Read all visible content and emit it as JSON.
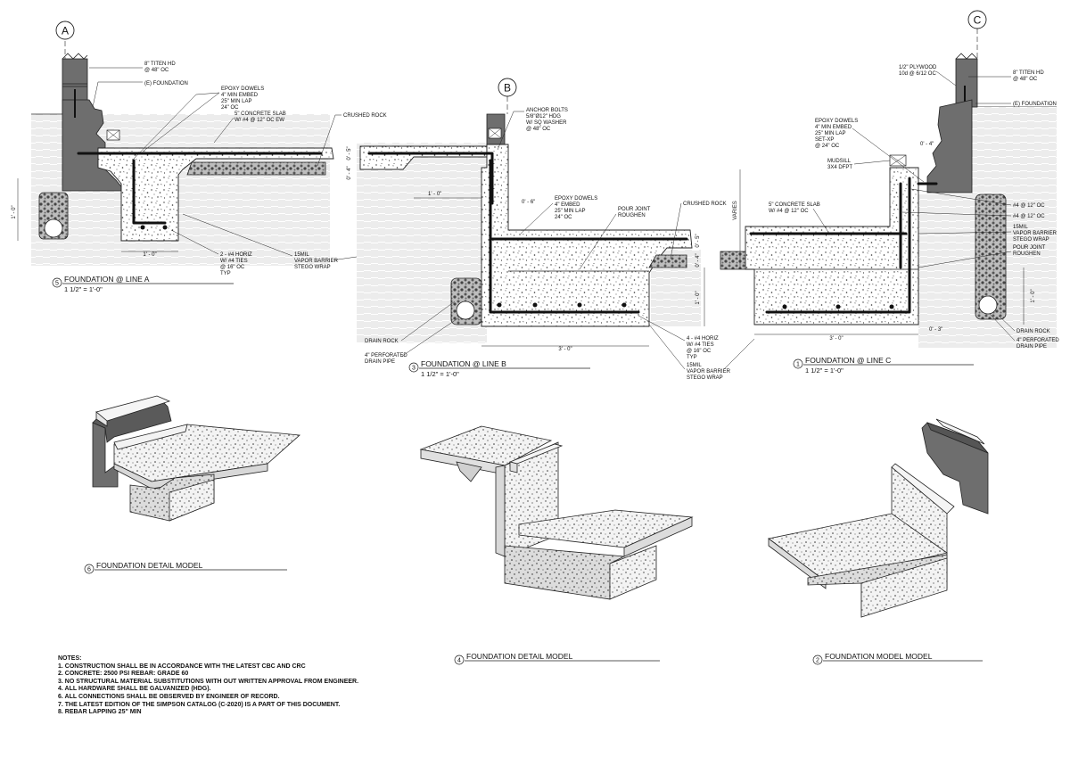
{
  "grid_bubbles": {
    "a": "A",
    "b": "B",
    "c": "C"
  },
  "section_a": {
    "number": "5",
    "title": "FOUNDATION @ LINE A",
    "scale": "1 1/2\" = 1'-0\"",
    "labels": {
      "titen": "8\" TITEN HD",
      "titen_oc": "@ 48\" OC",
      "existing": "(E) FOUNDATION",
      "dowels_1": "EPOXY DOWELS",
      "dowels_2": "4\" MIN EMBED",
      "dowels_3": "25\" MIN LAP",
      "dowels_4": "24\" OC",
      "slab_1": "5\" CONCRETE SLAB",
      "slab_2": "W/ #4 @ 12\" OC EW",
      "crushed": "CRUSHED ROCK",
      "horiz_1": "2 - #4 HORIZ",
      "horiz_2": "W/ #4 TIES",
      "horiz_3": "@ 16\" OC",
      "horiz_4": "TYP",
      "vb_1": "15MIL",
      "vb_2": "VAPOR BARRIER",
      "vb_3": "STEGO WRAP"
    },
    "dims": {
      "height": "1' - 0\"",
      "width": "1' - 0\"",
      "d1": "0' - 5\"",
      "d2": "0' - 4\""
    }
  },
  "section_b": {
    "number": "3",
    "title": "FOUNDATION @ LINE B",
    "scale": "1 1/2\" = 1'-0\"",
    "labels": {
      "anchor_1": "ANCHOR BOLTS",
      "anchor_2": "5/8\"Ø12\" HDG",
      "anchor_3": "W/ SQ WASHER",
      "anchor_4": "@ 48\" OC",
      "dowels_1": "EPOXY DOWELS",
      "dowels_2": "4\" EMBED",
      "dowels_3": "25\" MIN LAP",
      "dowels_4": "24\" OC",
      "pour_1": "POUR JOINT",
      "pour_2": "ROUGHEN",
      "crushed": "CRUSHED ROCK",
      "drain_rock": "DRAIN ROCK",
      "pipe_1": "4\" PERFORATED",
      "pipe_2": "DRAIN PIPE",
      "horiz_1": "4 - #4 HORIZ",
      "horiz_2": "W/ #4 TIES",
      "horiz_3": "@ 16\" OC",
      "horiz_4": "TYP",
      "vb_1": "15MIL",
      "vb_2": "VAPOR BARRIER",
      "vb_3": "STEGO WRAP"
    },
    "dims": {
      "d0": "0' - 6\"",
      "d1": "1' - 0\"",
      "d2": "0' - 5\"",
      "d3": "0' - 4\"",
      "d4": "1' - 0\"",
      "width": "3' - 0\""
    }
  },
  "section_c": {
    "number": "1",
    "title": "FOUNDATION @ LINE C",
    "scale": "1 1/2\" = 1'-0\"",
    "labels": {
      "plywood_1": "1/2\" PLYWOOD",
      "plywood_2": "10d @ 6/12 OC",
      "titen": "8\" TITEN HD",
      "titen_oc": "@ 48\" OC",
      "existing": "(E) FOUNDATION",
      "dowels_1": "EPOXY DOWELS",
      "dowels_2": "4\" MIN EMBED",
      "dowels_3": "25\" MIN LAP",
      "dowels_4": "SET-XP",
      "dowels_5": "@ 24\" OC",
      "mudsill_1": "MUDSILL",
      "mudsill_2": "3X4 DFPT",
      "slab_1": "5\" CONCRETE SLAB",
      "slab_2": "W/ #4 @ 12\" OC",
      "varies": "VARIES",
      "rebar_1": "#4 @ 12\" OC",
      "rebar_2": "#4 @ 12\" OC",
      "vb_1": "15MIL",
      "vb_2": "VAPOR BARRIER",
      "vb_3": "STEGO WRAP",
      "pour_1": "POUR JOINT",
      "pour_2": "ROUGHEN",
      "drain_rock": "DRAIN ROCK",
      "pipe_1": "4\" PERFORATED",
      "pipe_2": "DRAIN PIPE"
    },
    "dims": {
      "top": "0' - 4\"",
      "height": "1' - 0\"",
      "width": "3' - 0\"",
      "side": "0' - 3\"",
      "d1": "1' - 0\""
    }
  },
  "models": {
    "m6": {
      "number": "6",
      "title": "FOUNDATION DETAIL MODEL"
    },
    "m4": {
      "number": "4",
      "title": "FOUNDATION  DETAIL MODEL"
    },
    "m2": {
      "number": "2",
      "title": "FOUNDATION MODEL  MODEL"
    }
  },
  "notes": {
    "heading": "NOTES:",
    "items": [
      "1. CONSTRUCTION SHALL BE IN ACCORDANCE WITH THE LATEST CBC AND CRC",
      "2. CONCRETE: 2500 PSI REBAR: GRADE 60",
      "3. NO STRUCTURAL MATERIAL SUBSTITUTIONS WITH OUT WRITTEN APPROVAL FROM ENGINEER.",
      "4. ALL HARDWARE SHALL BE GALVANIZED (HDG).",
      "6. ALL CONNECTIONS SHALL BE OBSERVED BY ENGINEER OF RECORD.",
      "7. THE LATEST EDITION OF THE SIMPSON CATALOG (C-2020) IS A PART OF THIS DOCUMENT.",
      "8. REBAR LAPPING 25\" MIN"
    ]
  },
  "colors": {
    "existing_foundation": "#6e6e6e",
    "line": "#222222",
    "paper": "#ffffff"
  }
}
